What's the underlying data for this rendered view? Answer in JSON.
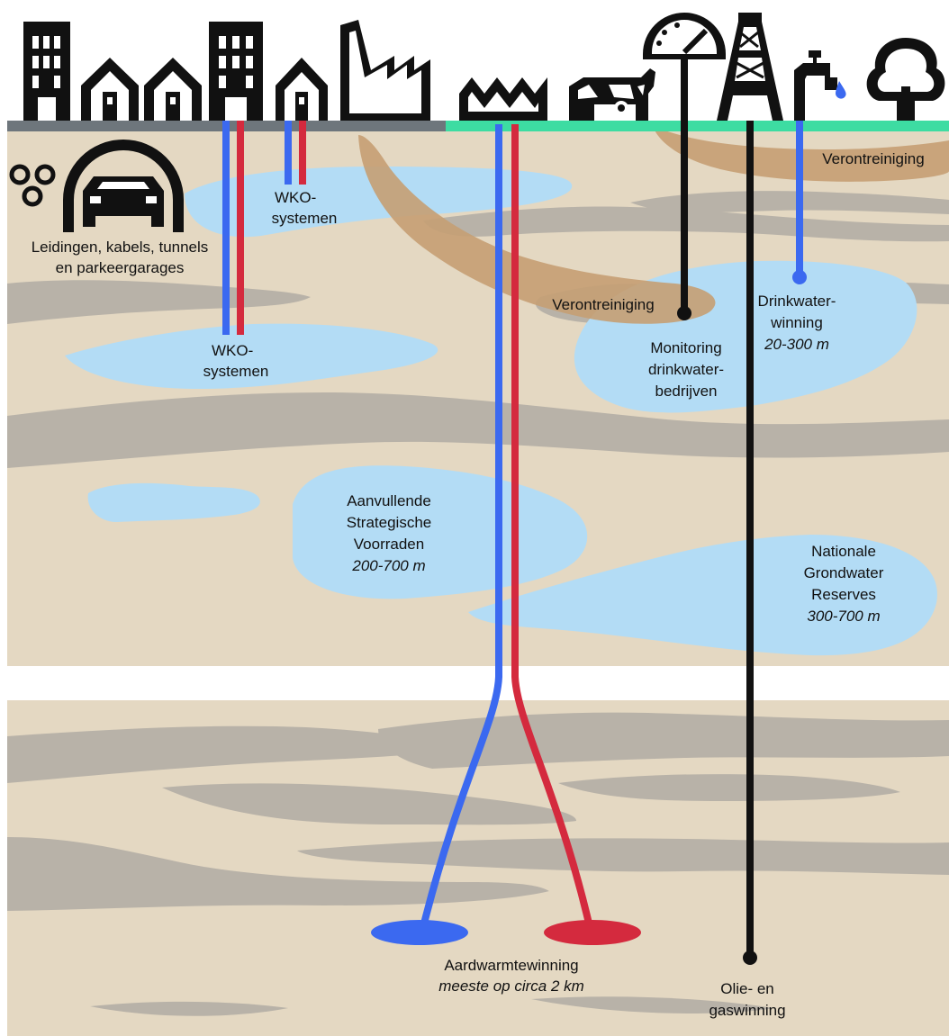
{
  "labels": {
    "leidingen_1": "Leidingen, kabels, tunnels",
    "leidingen_2": "en parkeergarages",
    "wko_top_1": "WKO-",
    "wko_top_2": "systemen",
    "wko_low_1": "WKO-",
    "wko_low_2": "systemen",
    "verontreiniging_right": "Verontreiniging",
    "verontreiniging_mid": "Verontreiniging",
    "drinkwater_1": "Drinkwater-",
    "drinkwater_2": "winning",
    "drinkwater_depth": "20-300 m",
    "monitoring_1": "Monitoring",
    "monitoring_2": "drinkwater-",
    "monitoring_3": "bedrijven",
    "asv_1": "Aanvullende",
    "asv_2": "Strategische",
    "asv_3": "Voorraden",
    "asv_depth": "200-700 m",
    "ngr_1": "Nationale",
    "ngr_2": "Grondwater",
    "ngr_3": "Reserves",
    "ngr_depth": "300-700 m",
    "aardwarmte_1": "Aardwarmtewinning",
    "aardwarmte_2": "meeste op circa 2 km",
    "olie_1": "Olie- en",
    "olie_2": "gaswinning"
  },
  "icons": [
    "building-icon",
    "house-icon",
    "house-icon",
    "building-icon",
    "house-icon",
    "factory-icon",
    "greenhouse-icon",
    "cow-icon",
    "gauge-icon",
    "oil-derrick-icon",
    "water-tap-icon",
    "tree-icon",
    "car-tunnel-icon",
    "pipes-icon"
  ],
  "colors": {
    "soil": "#e4d8c2",
    "clay": "#b8b2a8",
    "aquifer": "#b3dcf5",
    "pollution": "#c59e73",
    "urban_surface": "#6e767c",
    "rural_surface": "#3ddca2",
    "cold_well": "#3b69f0",
    "warm_well": "#d42a3e",
    "oil_well": "#111111"
  }
}
